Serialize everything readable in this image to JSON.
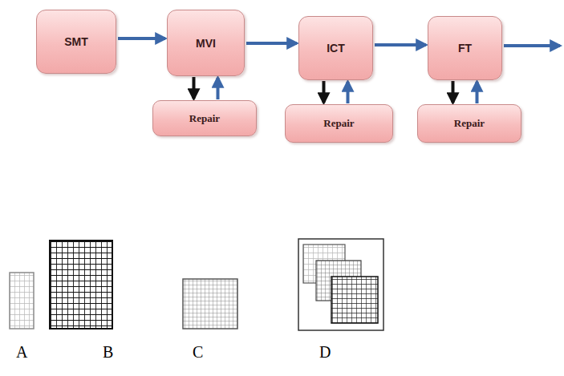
{
  "diagram": {
    "nodes": [
      {
        "text": [
          "SMT"
        ]
      },
      {
        "text": [
          "MVI"
        ]
      },
      {
        "text": [
          "ICT"
        ]
      },
      {
        "text": [
          "FT"
        ]
      },
      {
        "text": [
          "Repair"
        ]
      },
      {
        "text": [
          "Repair"
        ]
      },
      {
        "text": [
          "Repair"
        ]
      }
    ],
    "edges": [
      {
        "from": 0,
        "to": 1,
        "arrow": "to"
      },
      {
        "from": 1,
        "to": 2,
        "arrow": "to"
      },
      {
        "from": 2,
        "to": 3,
        "arrow": "to"
      },
      {
        "from": 1,
        "to": 4,
        "arrow": "to"
      },
      {
        "from": 4,
        "to": 1,
        "arrow": "to"
      },
      {
        "from": 2,
        "to": 5,
        "arrow": "to"
      },
      {
        "from": 5,
        "to": 2,
        "arrow": "to"
      },
      {
        "from": 3,
        "to": 6,
        "arrow": "to"
      },
      {
        "from": 6,
        "to": 3,
        "arrow": "to"
      }
    ],
    "labels": [
      "A",
      "B",
      "C",
      "D"
    ]
  }
}
